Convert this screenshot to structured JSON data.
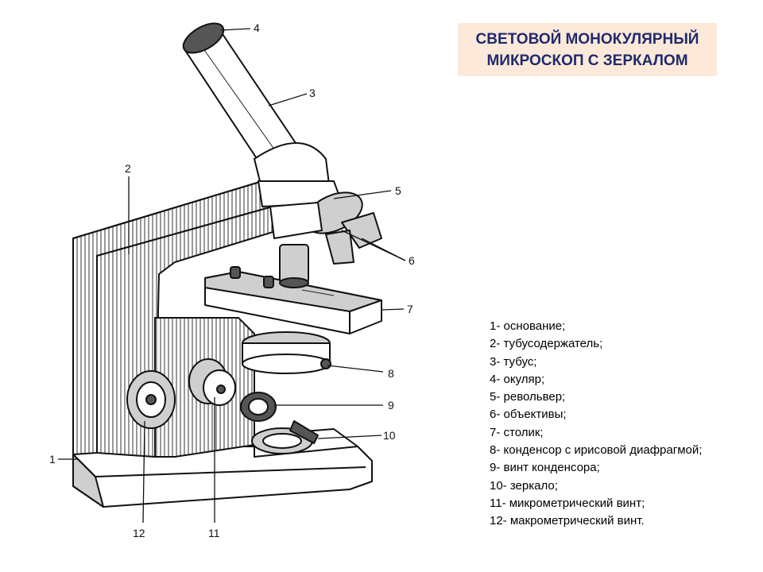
{
  "title": {
    "line1": "СВЕТОВОЙ МОНОКУЛЯРНЫЙ",
    "line2": "МИКРОСКОП С ЗЕРКАЛОМ"
  },
  "callouts": [
    {
      "id": "1",
      "label": "1"
    },
    {
      "id": "2",
      "label": "2"
    },
    {
      "id": "3",
      "label": "3"
    },
    {
      "id": "4",
      "label": "4"
    },
    {
      "id": "5",
      "label": "5"
    },
    {
      "id": "6",
      "label": "6"
    },
    {
      "id": "7",
      "label": "7"
    },
    {
      "id": "8",
      "label": "8"
    },
    {
      "id": "9",
      "label": "9"
    },
    {
      "id": "10",
      "label": "10"
    },
    {
      "id": "11",
      "label": "11"
    },
    {
      "id": "12",
      "label": "12"
    }
  ],
  "legend": [
    "1- основание;",
    "2- тубусодержатель;",
    "3- тубус;",
    "4- окуляр;",
    "5- револьвер;",
    "6- объективы;",
    "7- столик;",
    "8- конденсор с ирисовой диафрагмой;",
    "9- винт конденсора;",
    "10- зеркало;",
    "11- микрометрический винт;",
    "12- макрометрический винт."
  ],
  "colors": {
    "title_background": "#fde9d9",
    "title_text": "#1f2a6e"
  }
}
